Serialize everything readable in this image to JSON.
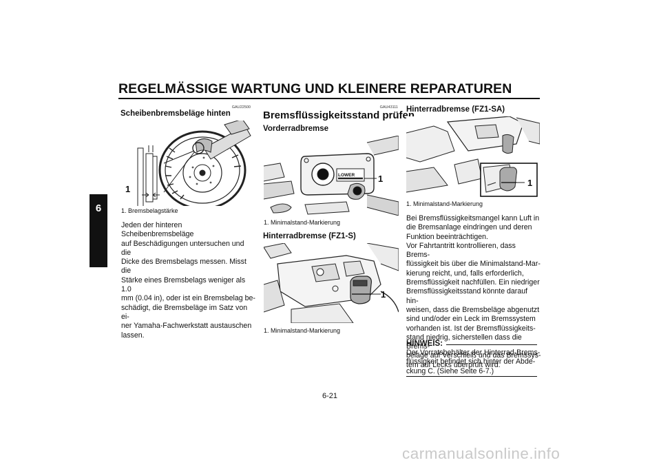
{
  "header": {
    "title": "REGELMÄSSIGE WARTUNG UND KLEINERE REPARATUREN"
  },
  "chapter_tab": {
    "label": "6"
  },
  "left": {
    "code": "GAU22500",
    "heading": "Scheibenbremsbeläge hinten",
    "figure_callout": "1",
    "caption": "1. Bremsbelagstärke",
    "body_lines": [
      "Jeden der hinteren Scheibenbremsbeläge",
      "auf Beschädigungen untersuchen und die",
      "Dicke des Bremsbelags messen. Misst die",
      "Stärke eines Bremsbelags weniger als 1.0",
      "mm (0.04 in), oder ist ein Bremsbelag be-",
      "schädigt, die Bremsbeläge im Satz von ei-",
      "ner Yamaha-Fachwerkstatt austauschen",
      "lassen."
    ]
  },
  "middle": {
    "code": "GAU43111",
    "heading": "Bremsflüssigkeitsstand prüfen",
    "sub1": "Vorderradbremse",
    "fig1_label": "LOWER",
    "fig1_callout": "1",
    "caption1": "1. Minimalstand-Markierung",
    "sub2": "Hinterradbremse (FZ1-S)",
    "fig2_callout": "1",
    "caption2": "1. Minimalstand-Markierung"
  },
  "right": {
    "sub": "Hinterradbremse (FZ1-SA)",
    "fig_callout": "1",
    "caption": "1. Minimalstand-Markierung",
    "body_lines": [
      "Bei Bremsflüssigkeitsmangel kann Luft in",
      "die Bremsanlage eindringen und deren",
      "Funktion beeinträchtigen.",
      "Vor Fahrtantritt kontrollieren, dass Brems-",
      "flüssigkeit bis über die Minimalstand-Mar-",
      "kierung reicht, und, falls erforderlich,",
      "Bremsflüssigkeit nachfüllen. Ein niedriger",
      "Bremsflüssigkeitsstand könnte darauf hin-",
      "weisen, dass die Bremsbeläge abgenutzt",
      "sind und/oder ein Leck im Bremssystem",
      "vorhanden ist. Ist der Bremsflüssigkeits-",
      "stand niedrig, sicherstellen dass die Brems-",
      "beläge auf Verschleiß und das Bremssys-",
      "tem auf Lecks überprüft wird."
    ],
    "note_heading": "HINWEIS:",
    "note_lines": [
      "Der Vorratsbehälter der Hinterrad-Brems-",
      "flüssigkeit befindet sich hinter der Abde-",
      "ckung C. (Siehe Seite 6-7.)"
    ]
  },
  "footer": {
    "page_number": "6-21"
  },
  "watermark": {
    "text": "carmanualsonline.info"
  }
}
